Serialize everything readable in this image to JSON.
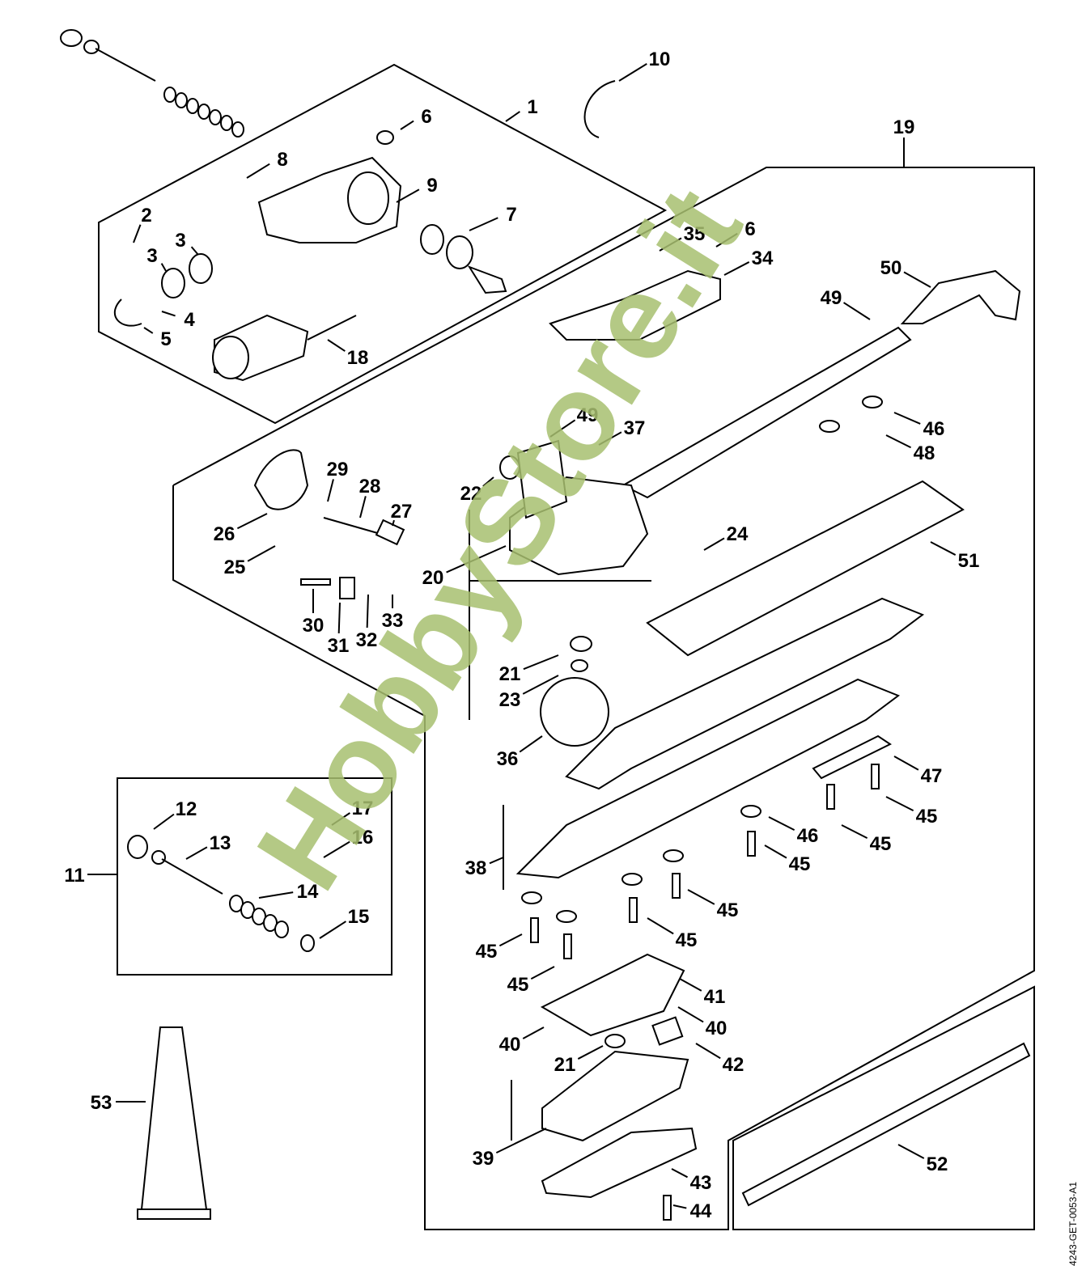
{
  "diagram": {
    "callouts": [
      "1",
      "6",
      "10",
      "8",
      "9",
      "2",
      "3",
      "7",
      "3",
      "4",
      "5",
      "18",
      "19",
      "35",
      "6",
      "34",
      "50",
      "49",
      "49",
      "37",
      "46",
      "48",
      "29",
      "28",
      "27",
      "22",
      "26",
      "25",
      "24",
      "51",
      "20",
      "30",
      "31",
      "32",
      "33",
      "21",
      "23",
      "36",
      "47",
      "12",
      "17",
      "16",
      "13",
      "46",
      "45",
      "45",
      "45",
      "11",
      "38",
      "14",
      "15",
      "45",
      "45",
      "45",
      "45",
      "41",
      "40",
      "40",
      "21",
      "42",
      "53",
      "39",
      "52",
      "43",
      "44"
    ],
    "drawing_code": "4243-GET-0053-A1",
    "watermark": "HobbyStore.it",
    "colors": {
      "line": "#000000",
      "watermark": "#a8c070",
      "background": "#ffffff"
    }
  }
}
